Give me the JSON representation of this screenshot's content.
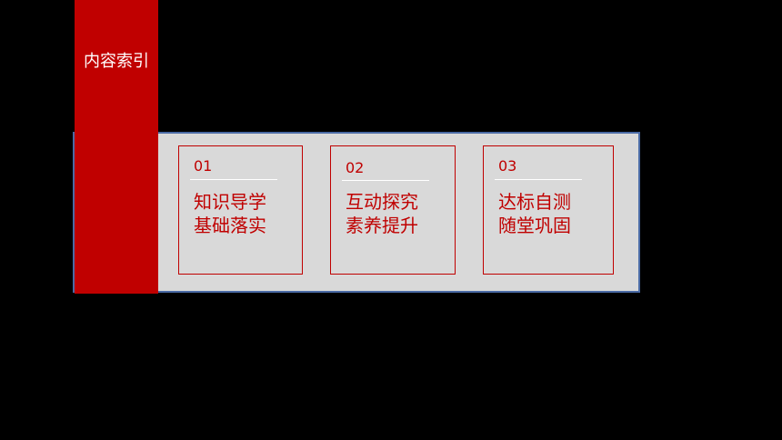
{
  "header": {
    "index_title": "内容索引"
  },
  "colors": {
    "accent": "#c00000",
    "panel": "#d9d9d9",
    "panel_border": "#4a6aa5",
    "background": "#000000"
  },
  "cards": [
    {
      "number": "01",
      "line1": "知识导学",
      "line2": "基础落实"
    },
    {
      "number": "02",
      "line1": "互动探究",
      "line2": "素养提升"
    },
    {
      "number": "03",
      "line1": "达标自测",
      "line2": "随堂巩固"
    }
  ]
}
